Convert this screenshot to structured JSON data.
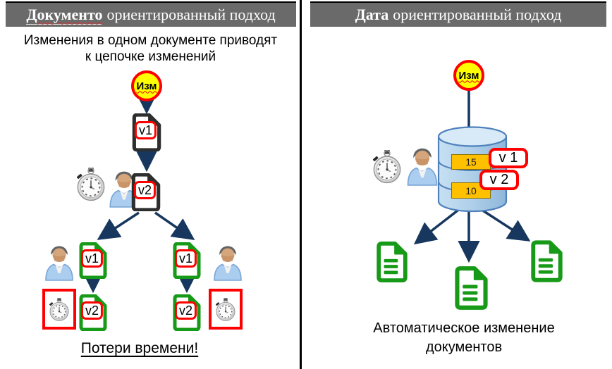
{
  "left": {
    "header": {
      "bold": "Документо",
      "rest": "ориентированный подход"
    },
    "subtitle": [
      "Изменения в одном документе приводят",
      "к цепочке изменений"
    ],
    "change_badge": "Изм",
    "root_doc": "v1",
    "second_doc": "v2",
    "branches": [
      {
        "v1": "v1",
        "v2": "v2"
      },
      {
        "v1": "v1",
        "v2": "v2"
      }
    ],
    "footer": "Потери времени!"
  },
  "right": {
    "header": {
      "bold": "Дата",
      "rest": "ориентированный подход"
    },
    "change_badge": "Изм",
    "db_rows": [
      "15",
      "10"
    ],
    "version_tags": [
      "v 1",
      "v 2"
    ],
    "caption": [
      "Автоматическое изменение",
      "документов"
    ]
  },
  "icons": {
    "stopwatch": "stopwatch-icon",
    "person": "user-icon",
    "document": "document-icon",
    "database": "database-cylinder-icon",
    "change": "change-badge"
  },
  "colors": {
    "header_bg": "#6a6a6a",
    "accent_red": "#fe0000",
    "arrow_navy": "#17375e",
    "doc_green": "#179a17",
    "badge_yellow": "#ffff00",
    "db_row_orange": "#ffc000",
    "db_blue": "#4f81bd"
  }
}
